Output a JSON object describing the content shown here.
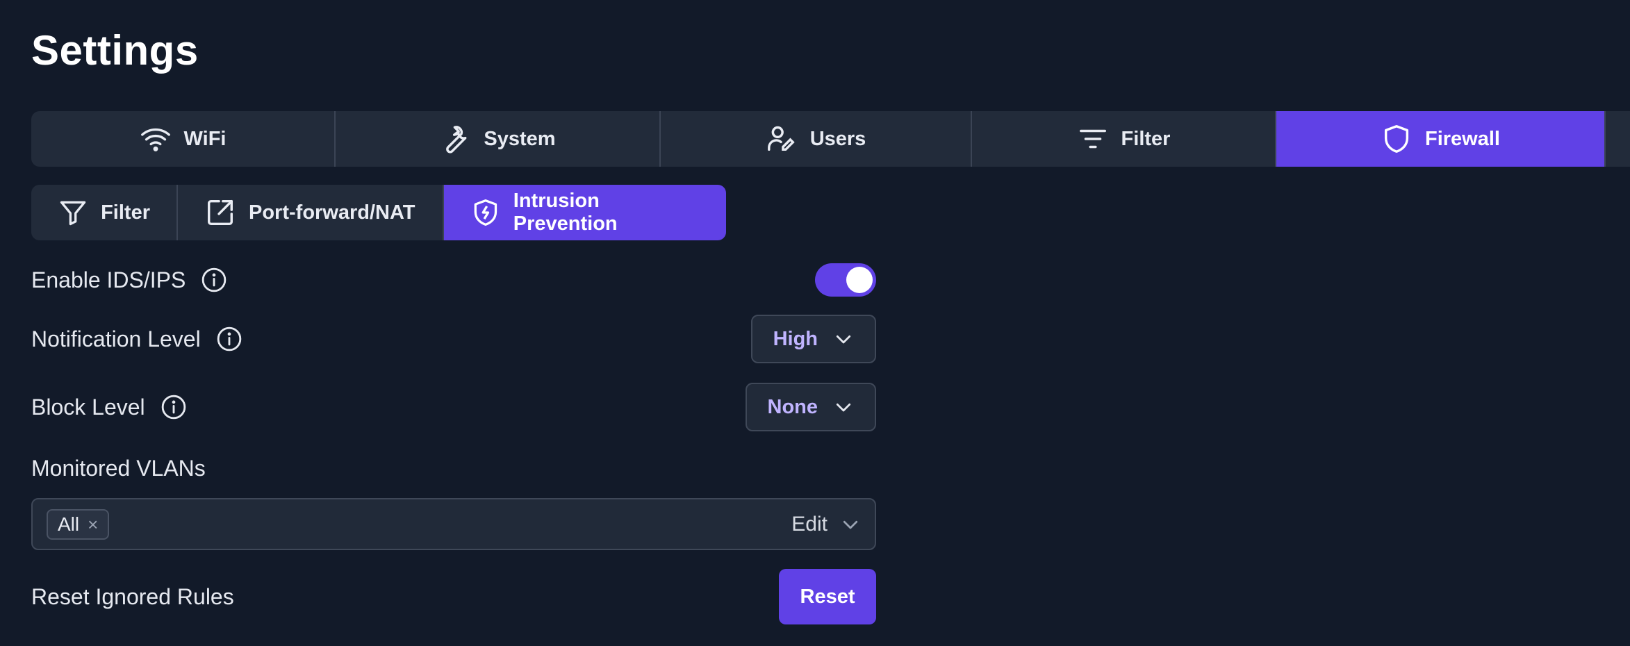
{
  "page": {
    "title": "Settings"
  },
  "tabs": [
    {
      "label": "WiFi",
      "icon": "wifi-icon"
    },
    {
      "label": "System",
      "icon": "wrench-icon"
    },
    {
      "label": "Users",
      "icon": "users-icon"
    },
    {
      "label": "Filter",
      "icon": "filter-lines-icon"
    },
    {
      "label": "Firewall",
      "icon": "shield-icon",
      "active": true
    }
  ],
  "subtabs": [
    {
      "label": "Filter",
      "icon": "funnel-icon"
    },
    {
      "label": "Port-forward/NAT",
      "icon": "external-link-icon"
    },
    {
      "label": "Intrusion Prevention",
      "icon": "shield-bolt-icon",
      "active": true
    }
  ],
  "settings": {
    "ids": {
      "label": "Enable IDS/IPS",
      "enabled": true
    },
    "notification": {
      "label": "Notification Level",
      "value": "High"
    },
    "block": {
      "label": "Block Level",
      "value": "None"
    },
    "vlans": {
      "label": "Monitored VLANs",
      "chips": [
        "All"
      ],
      "chip_remove": "×",
      "edit_label": "Edit"
    },
    "reset": {
      "label": "Reset Ignored Rules",
      "button": "Reset"
    }
  },
  "colors": {
    "accent": "#6041e6",
    "background": "#121a29",
    "panel": "#222b3a",
    "select_text": "#c0b4ff"
  }
}
